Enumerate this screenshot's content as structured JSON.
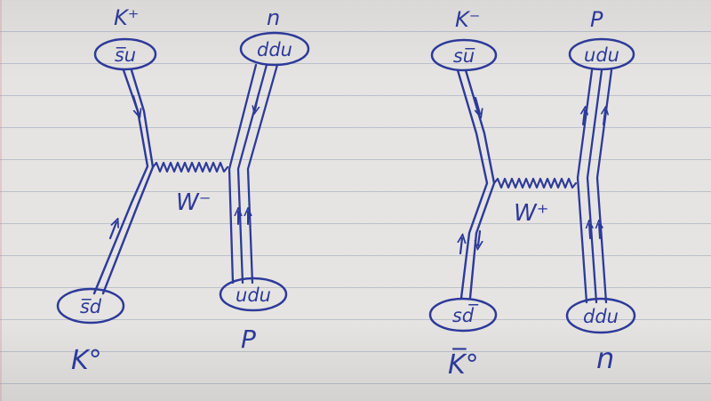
{
  "diagram_left": {
    "top_left": {
      "label": "K⁺",
      "quarks": "s̅u"
    },
    "top_right": {
      "label": "n",
      "quarks": "ddu"
    },
    "bottom_left": {
      "label": "K°",
      "quarks": "s̅d"
    },
    "bottom_right": {
      "label": "P",
      "quarks": "udu"
    },
    "boson": "W⁻"
  },
  "diagram_right": {
    "top_left": {
      "label": "K⁻",
      "quarks": "su̅"
    },
    "top_right": {
      "label": "P",
      "quarks": "udu"
    },
    "bottom_left": {
      "label": "K̅°",
      "quarks": "sd̅"
    },
    "bottom_right": {
      "label": "n",
      "quarks": "ddu"
    },
    "boson": "W⁺"
  },
  "ink_color": "#2d3a9a",
  "paper_color": "#e6e4e2"
}
